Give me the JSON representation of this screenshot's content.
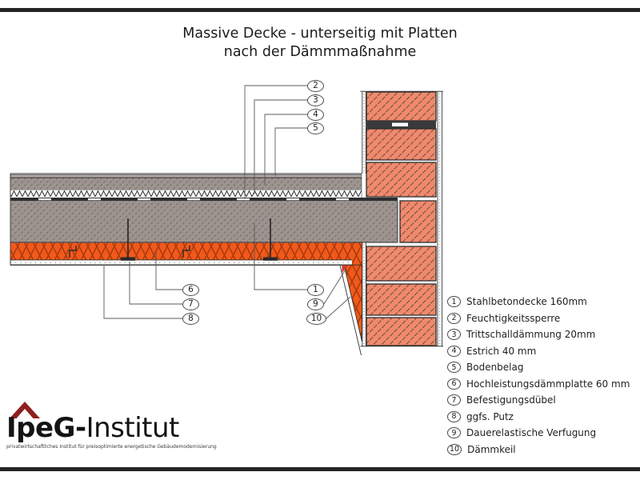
{
  "title": {
    "line1": "Massive Decke - unterseitig mit Platten",
    "line2": "nach der Dämmmaßnahme"
  },
  "drawing": {
    "callouts": [
      {
        "num": "1"
      },
      {
        "num": "2"
      },
      {
        "num": "3"
      },
      {
        "num": "4"
      },
      {
        "num": "5"
      },
      {
        "num": "6"
      },
      {
        "num": "7"
      },
      {
        "num": "8"
      },
      {
        "num": "9"
      },
      {
        "num": "10"
      }
    ]
  },
  "legend": {
    "items": [
      {
        "num": "1",
        "label": "Stahlbetondecke 160mm"
      },
      {
        "num": "2",
        "label": "Feuchtigkeitssperre"
      },
      {
        "num": "3",
        "label": "Trittschalldämmung 20mm"
      },
      {
        "num": "4",
        "label": "Estrich 40 mm"
      },
      {
        "num": "5",
        "label": "Bodenbelag"
      },
      {
        "num": "6",
        "label": "Hochleistungsdämmplatte 60 mm"
      },
      {
        "num": "7",
        "label": "Befestigungsdübel"
      },
      {
        "num": "8",
        "label": "ggfs. Putz"
      },
      {
        "num": "9",
        "label": "Dauerelastische Verfugung"
      },
      {
        "num": "10",
        "label": "Dämmkeil"
      }
    ]
  },
  "logo": {
    "brand_bold": "IpeG-",
    "brand_rest": "Institut",
    "tagline": "privatwirtschaftliches Institut für preisoptimierte energetische Gebäudemodernisierung"
  },
  "colors": {
    "brick": "#F2896C",
    "insulation_orange": "#F2591A",
    "concrete_gray": "#9D948F",
    "moisture_barrier": "#2E2E30",
    "logo_red": "#8E1F1F"
  }
}
